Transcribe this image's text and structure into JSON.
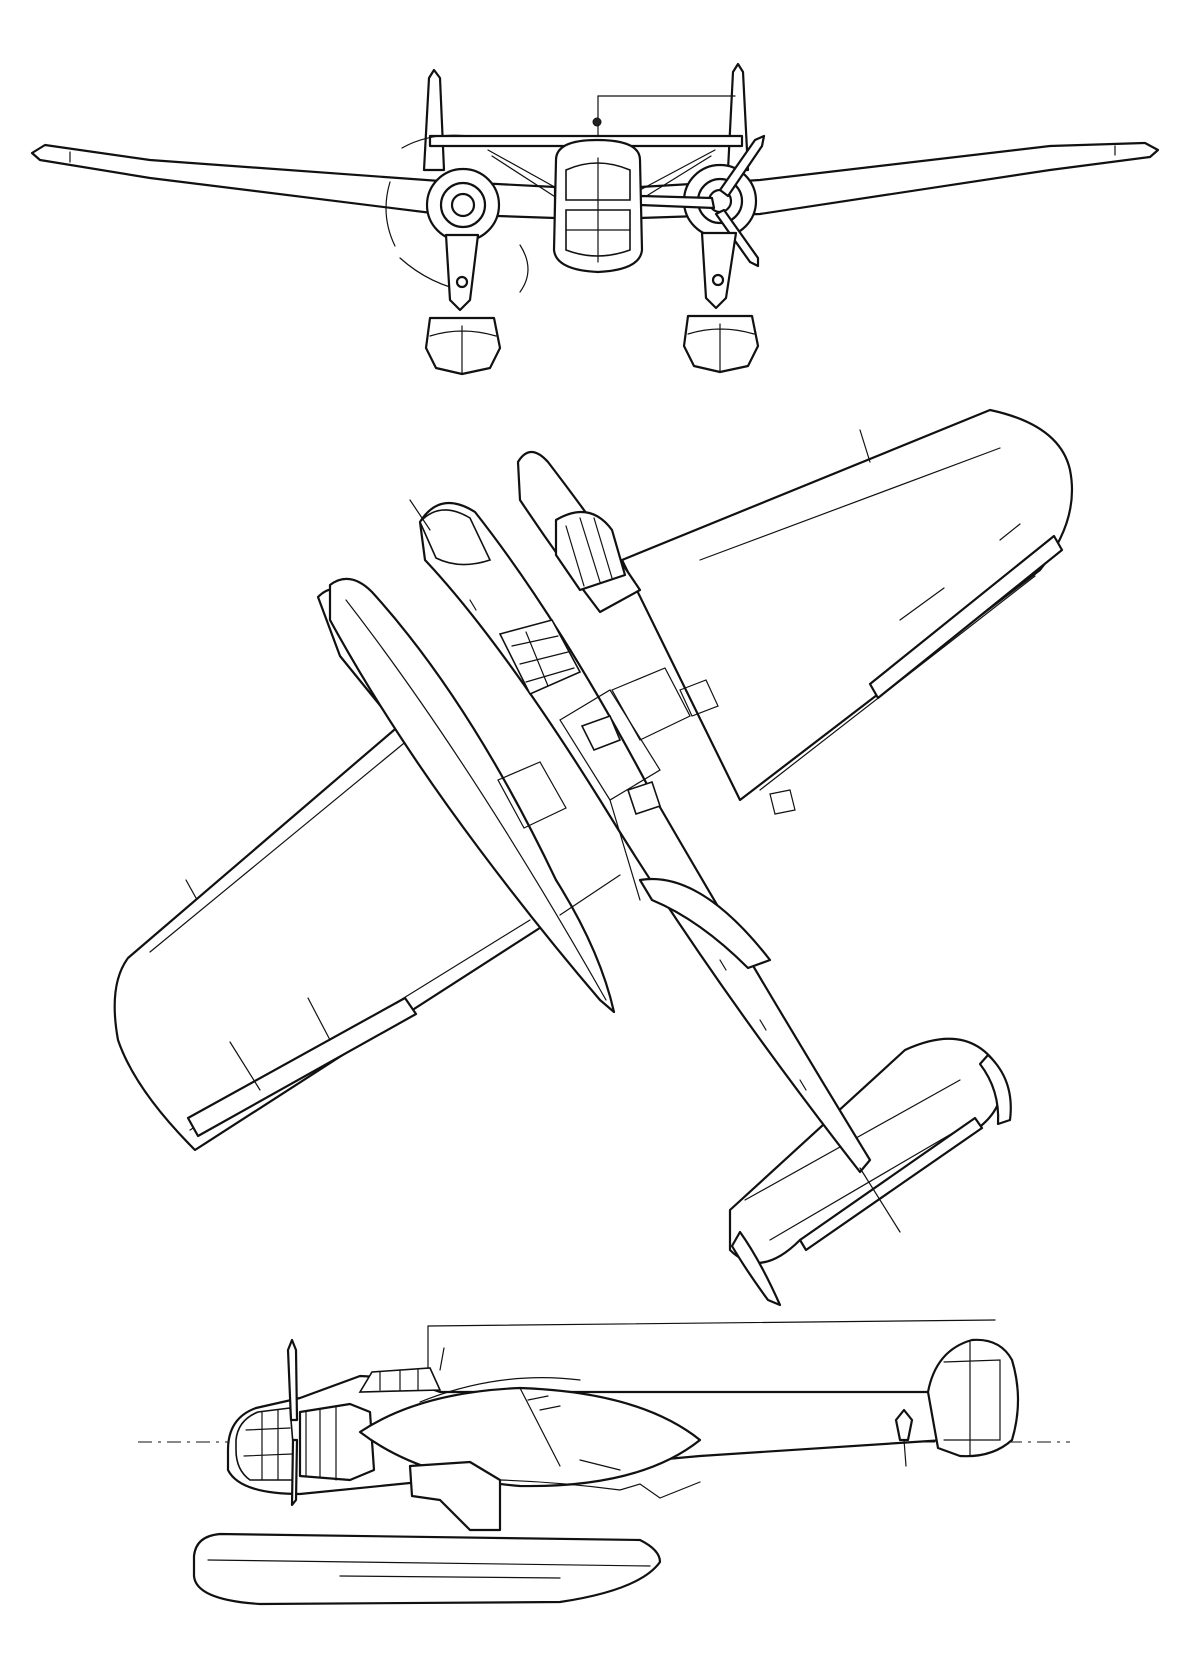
{
  "drawing": {
    "views": [
      "front",
      "plan",
      "side"
    ],
    "line_color": "#111111",
    "background": "#ffffff"
  }
}
